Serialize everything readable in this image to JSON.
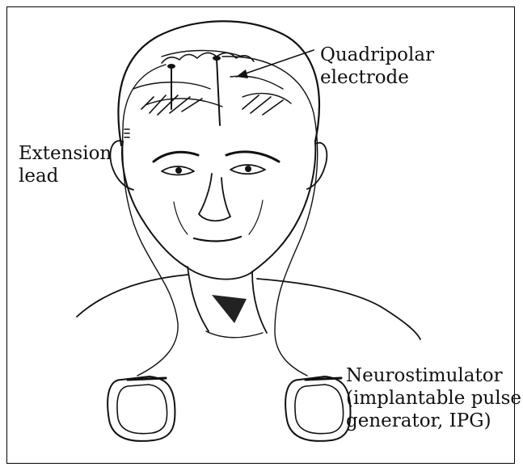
{
  "labels": {
    "quadripolar_electrode": [
      "Quadripolar",
      "electrode"
    ],
    "extension_lead": [
      "Extension",
      "lead"
    ],
    "neurostimulator": [
      "Neurostimulator",
      "(implantable pulse",
      "generator, IPG)"
    ]
  },
  "colors": {
    "ink": "#111111",
    "background": "#ffffff"
  }
}
